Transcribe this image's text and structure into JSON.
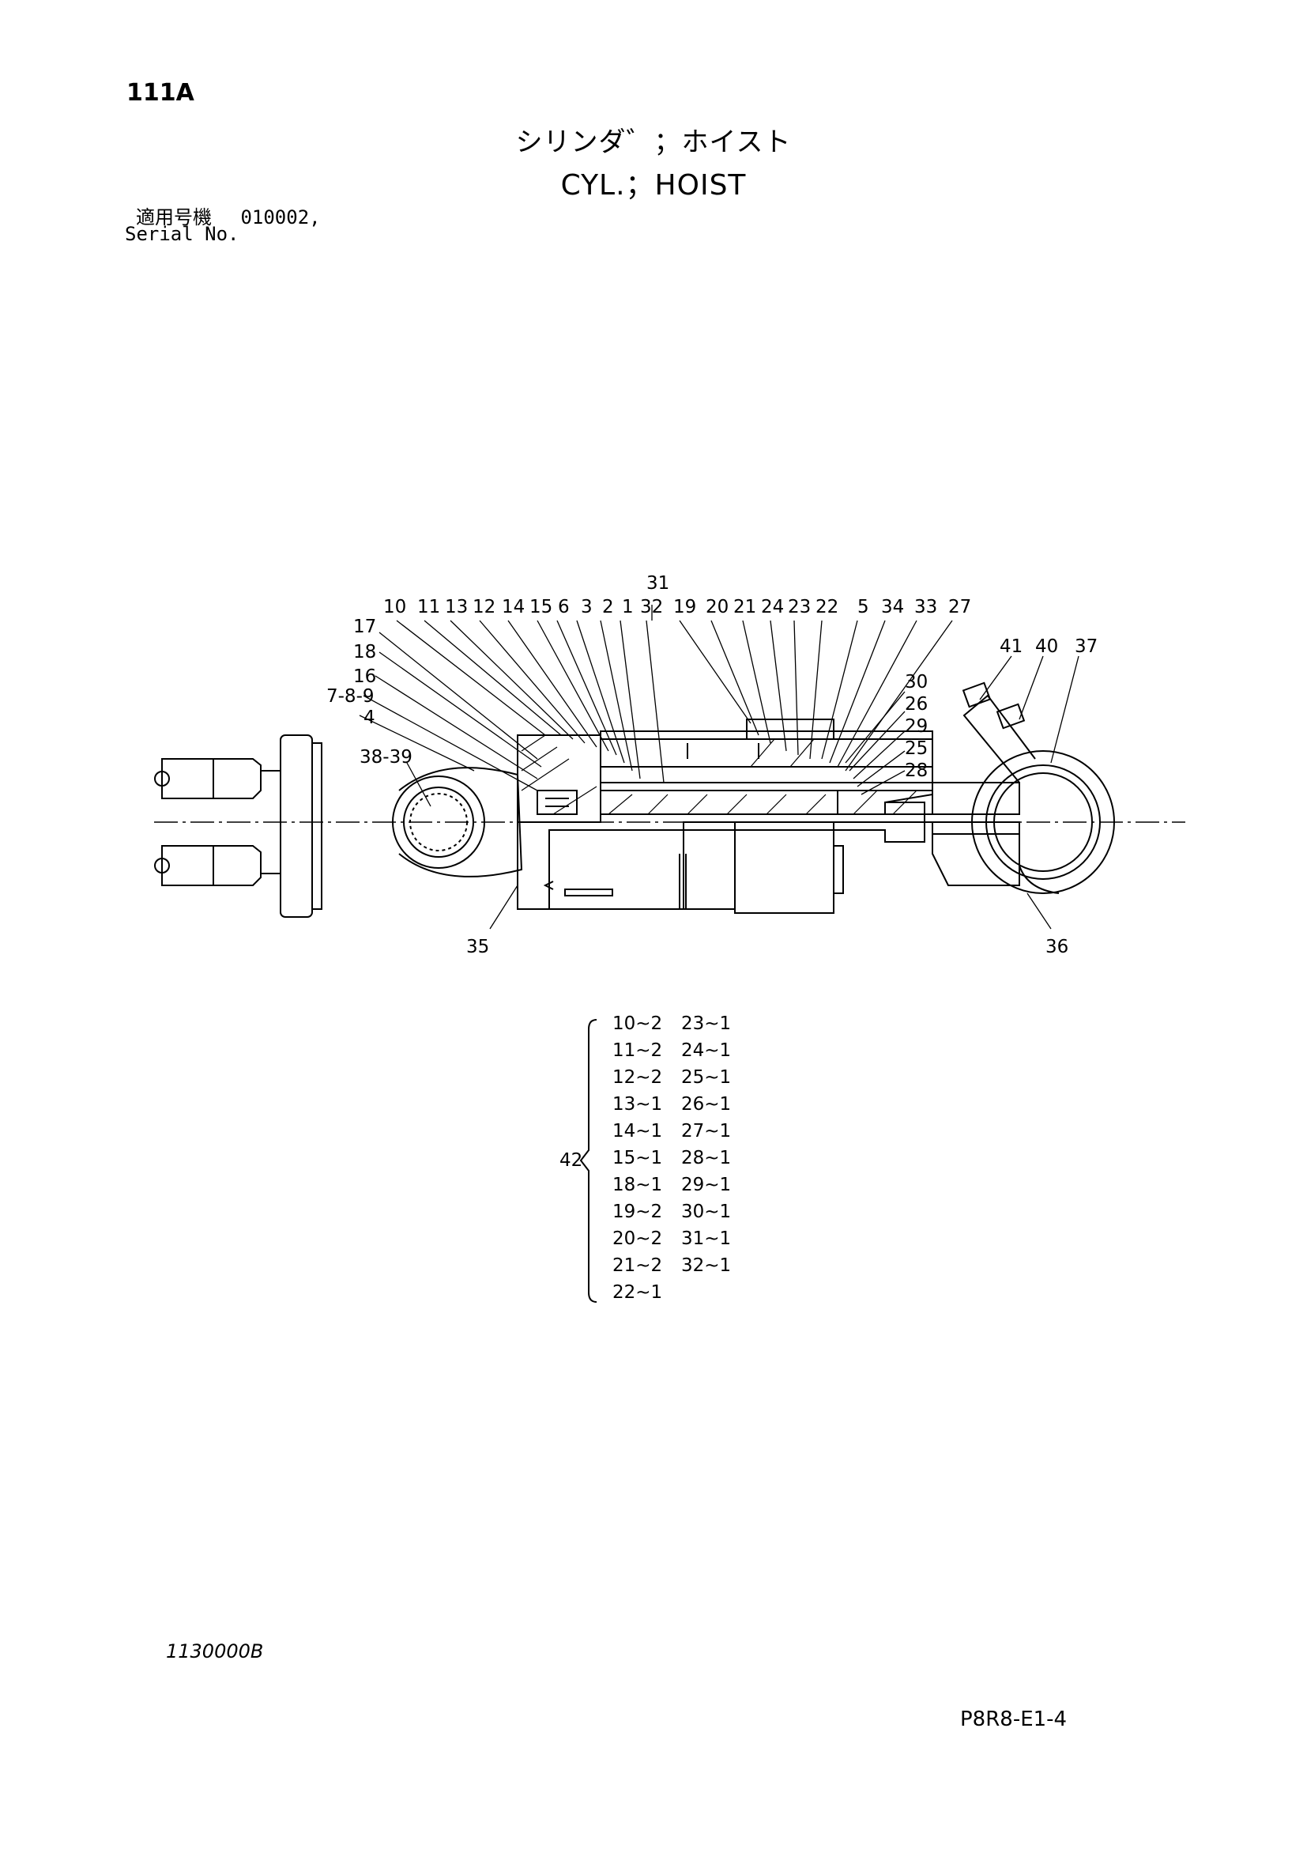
{
  "page_number": "111A",
  "title_jp": "シリンダ゛；ホイスト",
  "title_en": "CYL.；HOIST",
  "serial_label_jp": "適用号機",
  "serial_value": "010002,",
  "serial_label_en": "Serial No.",
  "callouts": {
    "c31": "31",
    "c10": "10",
    "c11": "11",
    "c13": "13",
    "c12": "12",
    "c14": "14",
    "c15": "15",
    "c6": "6",
    "c3": "3",
    "c2": "2",
    "c1": "1",
    "c32": "32",
    "c19": "19",
    "c20": "20",
    "c21": "21",
    "c24": "24",
    "c23": "23",
    "c22": "22",
    "c5": "5",
    "c34": "34",
    "c33": "33",
    "c27": "27",
    "c17": "17",
    "c18": "18",
    "c16": "16",
    "c789": "7-8-9",
    "c4": "4",
    "c3839": "38-39",
    "c41": "41",
    "c40": "40",
    "c37": "37",
    "c30": "30",
    "c26": "26",
    "c29": "29",
    "c25": "25",
    "c28": "28",
    "c35": "35",
    "c36": "36"
  },
  "kit": {
    "number": "42",
    "left": [
      "10~2",
      "11~2",
      "12~2",
      "13~1",
      "14~1",
      "15~1",
      "18~1",
      "19~2",
      "20~2",
      "21~2",
      "22~1"
    ],
    "right": [
      "23~1",
      "24~1",
      "25~1",
      "26~1",
      "27~1",
      "28~1",
      "29~1",
      "30~1",
      "31~1",
      "32~1"
    ]
  },
  "doc_code": "1130000B",
  "page_ref": "P8R8-E1-4"
}
